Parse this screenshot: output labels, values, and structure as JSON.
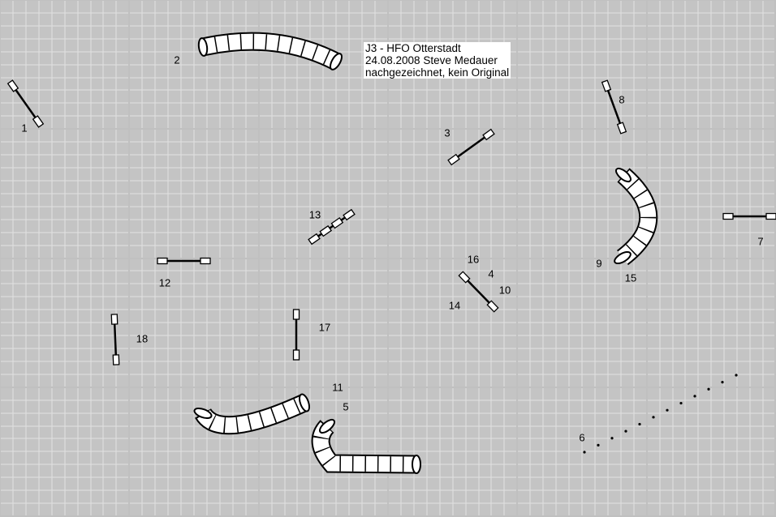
{
  "title": {
    "line1": "J3 - HFO Otterstadt",
    "line2": "24.08.2008 Steve Medauer",
    "line3": "nachgezeichnet, kein Original"
  },
  "labels": {
    "n1": "1",
    "n2": "2",
    "n3": "3",
    "n4": "4",
    "n5": "5",
    "n6": "6",
    "n7": "7",
    "n8": "8",
    "n9": "9",
    "n10": "10",
    "n11": "11",
    "n12": "12",
    "n13": "13",
    "n14": "14",
    "n15": "15",
    "n16": "16",
    "n17": "17",
    "n18": "18"
  },
  "colors": {
    "grid_major": "#c0c0c0",
    "grid_minor": "#e2e2e2",
    "ink": "#000000"
  }
}
